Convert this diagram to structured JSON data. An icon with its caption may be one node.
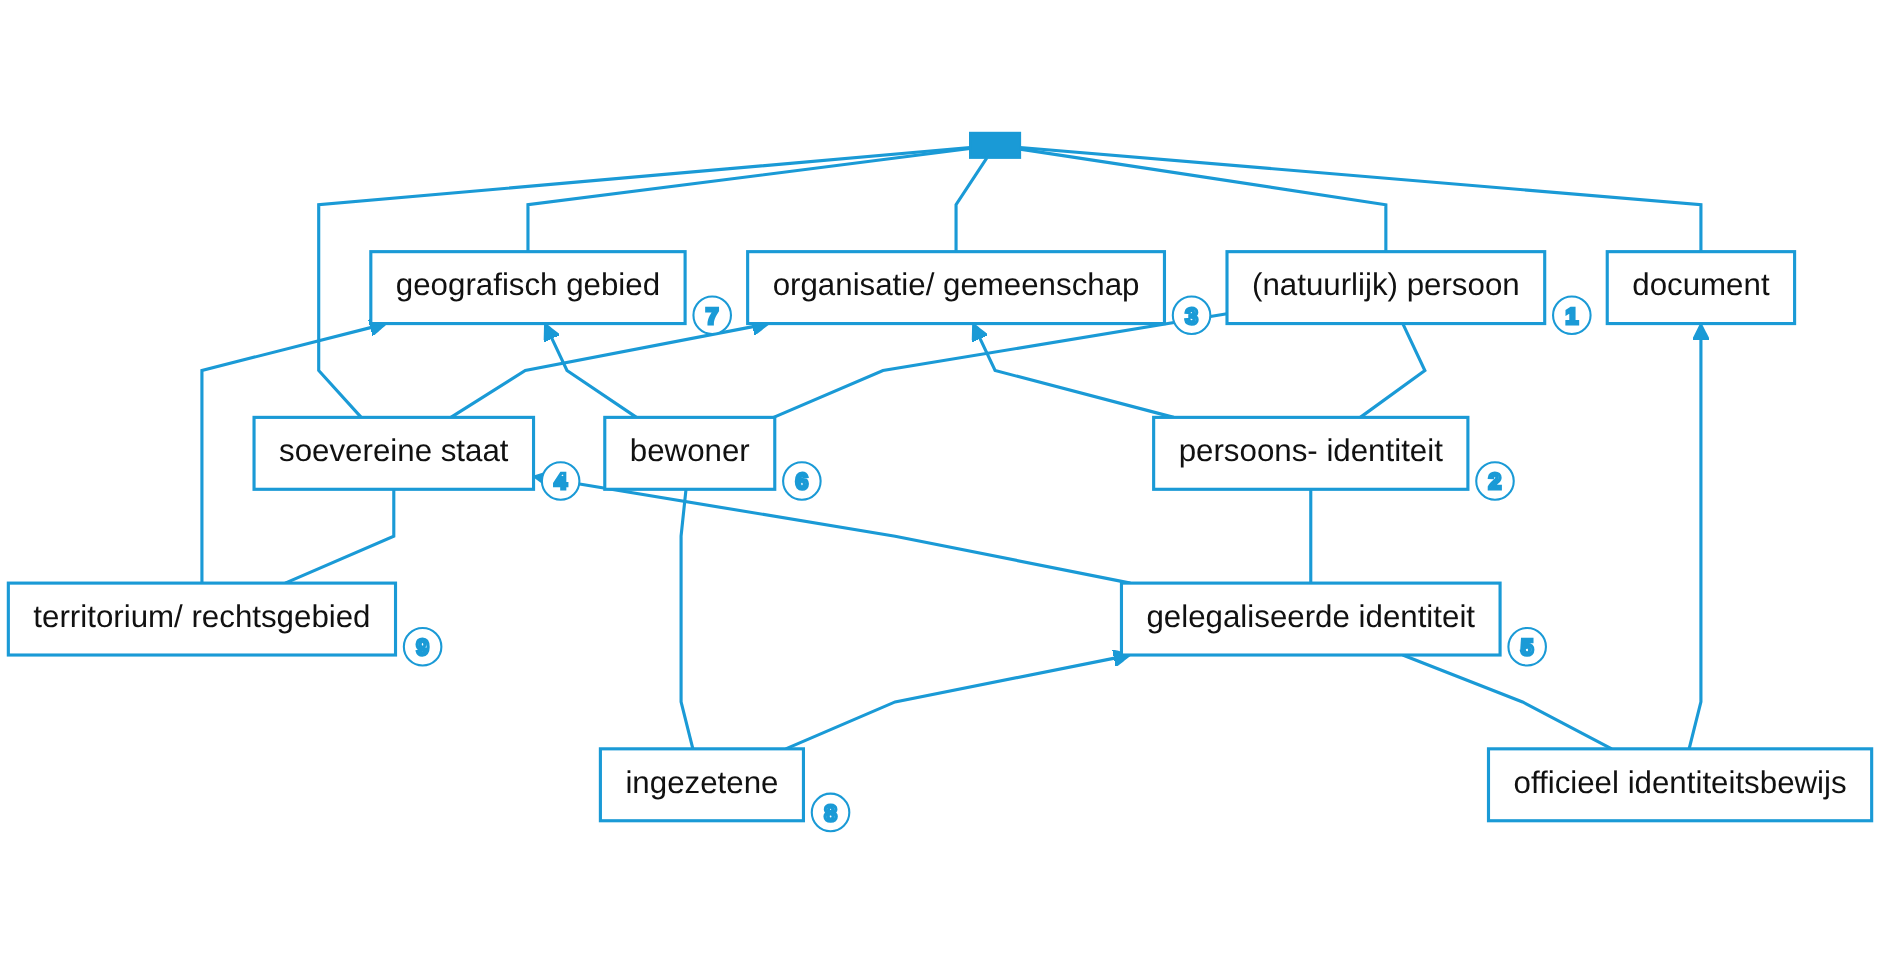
{
  "diagram": {
    "nodes": [
      {
        "text": [],
        "shape": "bar"
      },
      {
        "text": [
          "geografisch gebied"
        ],
        "beside": [
          "7"
        ]
      },
      {
        "text": [
          "organisatie/ gemeenschap"
        ],
        "beside": [
          "3"
        ]
      },
      {
        "text": [
          "(natuurlijk) persoon"
        ],
        "beside": [
          "1"
        ]
      },
      {
        "text": [
          "document"
        ]
      },
      {
        "text": [
          "soevereine staat"
        ],
        "beside": [
          "4"
        ]
      },
      {
        "text": [
          "persoons- identiteit"
        ],
        "beside": [
          "2"
        ]
      },
      {
        "text": [
          "territorium/ rechtsgebied"
        ],
        "beside": [
          "9"
        ]
      },
      {
        "text": [
          "gelegaliseerde identiteit"
        ],
        "beside": [
          "5"
        ]
      },
      {
        "text": [
          "bewoner"
        ],
        "beside": [
          "6"
        ]
      },
      {
        "text": [
          "ingezetene"
        ],
        "beside": [
          "8"
        ]
      },
      {
        "text": [
          "officieel identiteitsbewijs"
        ]
      }
    ],
    "edges": [
      {
        "from": 0,
        "to": 1,
        "arrow": "none"
      },
      {
        "from": 0,
        "to": 2,
        "arrow": "none"
      },
      {
        "from": 0,
        "to": 3,
        "arrow": "none"
      },
      {
        "from": 0,
        "to": 4,
        "arrow": "none"
      },
      {
        "from": 0,
        "to": 5,
        "arrow": "none"
      },
      {
        "from": 5,
        "to": 2,
        "arrow": "to"
      },
      {
        "from": 6,
        "to": 2,
        "arrow": "to"
      },
      {
        "from": 3,
        "to": 6,
        "arrow": "none"
      },
      {
        "from": 7,
        "to": 1,
        "arrow": "to"
      },
      {
        "from": 7,
        "to": 5,
        "arrow": "none"
      },
      {
        "from": 8,
        "to": 5,
        "arrow": "to"
      },
      {
        "from": 8,
        "to": 6,
        "arrow": "none"
      },
      {
        "from": 9,
        "to": 1,
        "arrow": "to"
      },
      {
        "from": 9,
        "to": 3,
        "arrow": "none"
      },
      {
        "from": 10,
        "to": 9,
        "arrow": "none"
      },
      {
        "from": 10,
        "to": 8,
        "arrow": "to"
      },
      {
        "from": 8,
        "to": 11,
        "arrow": "none"
      },
      {
        "from": 11,
        "to": 4,
        "arrow": "to"
      }
    ]
  }
}
